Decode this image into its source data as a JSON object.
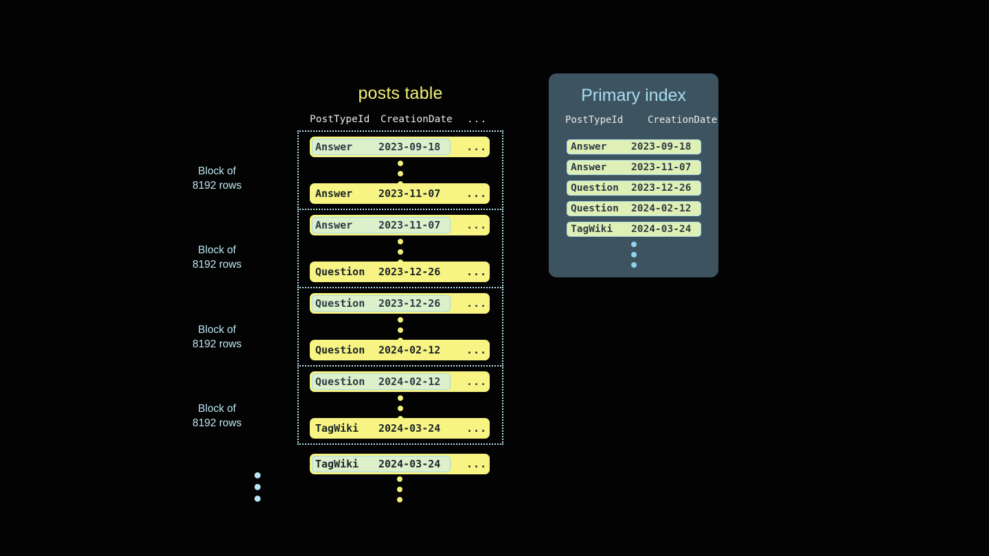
{
  "diagram": {
    "background_color": "#030303",
    "accent_yellow": "#f7f484",
    "accent_cyan": "#bfe9f5",
    "panel_color": "#3d5460"
  },
  "posts_table": {
    "title": "posts table",
    "columns": {
      "post_type_id": "PostTypeId",
      "creation_date": "CreationDate",
      "more": "..."
    },
    "blocks": [
      {
        "label_line1": "Block of",
        "label_line2": "8192 rows",
        "first_row": {
          "post_type_id": "Answer",
          "creation_date": "2023-09-18",
          "more": "...",
          "highlighted": true
        },
        "last_row": {
          "post_type_id": "Answer",
          "creation_date": "2023-11-07",
          "more": "...",
          "highlighted": false
        }
      },
      {
        "label_line1": "Block of",
        "label_line2": "8192 rows",
        "first_row": {
          "post_type_id": "Answer",
          "creation_date": "2023-11-07",
          "more": "...",
          "highlighted": true
        },
        "last_row": {
          "post_type_id": "Question",
          "creation_date": "2023-12-26",
          "more": "...",
          "highlighted": false
        }
      },
      {
        "label_line1": "Block of",
        "label_line2": "8192 rows",
        "first_row": {
          "post_type_id": "Question",
          "creation_date": "2023-12-26",
          "more": "...",
          "highlighted": true
        },
        "last_row": {
          "post_type_id": "Question",
          "creation_date": "2024-02-12",
          "more": "...",
          "highlighted": false
        }
      },
      {
        "label_line1": "Block of",
        "label_line2": "8192 rows",
        "first_row": {
          "post_type_id": "Question",
          "creation_date": "2024-02-12",
          "more": "...",
          "highlighted": true
        },
        "last_row": {
          "post_type_id": "TagWiki",
          "creation_date": "2024-03-24",
          "more": "...",
          "highlighted": false
        }
      }
    ],
    "tail_row": {
      "post_type_id": "TagWiki",
      "creation_date": "2024-03-24",
      "more": "...",
      "highlighted": true
    },
    "ellipsis_glyph": "•"
  },
  "primary_index": {
    "title": "Primary index",
    "columns": {
      "post_type_id": "PostTypeId",
      "creation_date": "CreationDate"
    },
    "rows": [
      {
        "post_type_id": "Answer",
        "creation_date": "2023-09-18"
      },
      {
        "post_type_id": "Answer",
        "creation_date": "2023-11-07"
      },
      {
        "post_type_id": "Question",
        "creation_date": "2023-12-26"
      },
      {
        "post_type_id": "Question",
        "creation_date": "2024-02-12"
      },
      {
        "post_type_id": "TagWiki",
        "creation_date": "2024-03-24"
      }
    ]
  }
}
